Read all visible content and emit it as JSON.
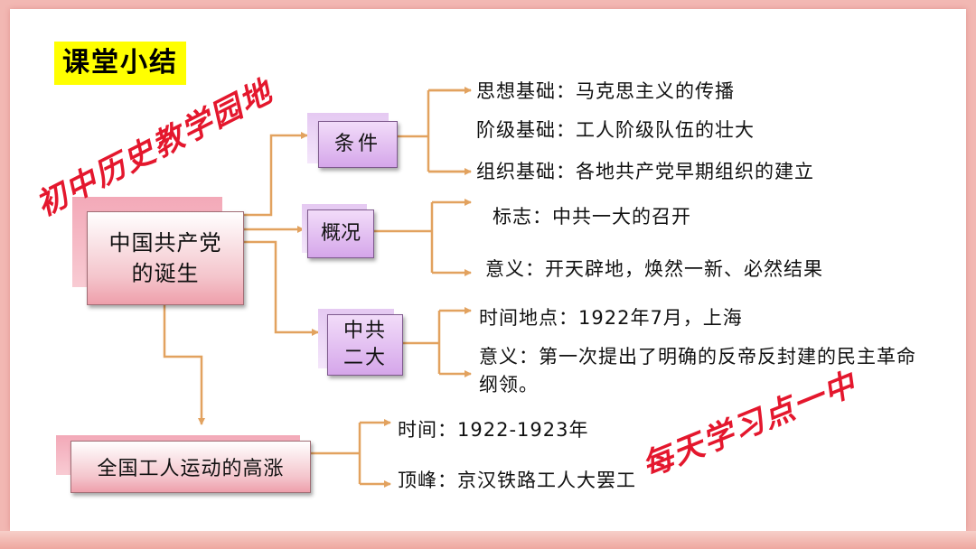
{
  "title": "课堂小结",
  "watermarks": {
    "left": "初中历史教学园地",
    "right": "每天学习点一中"
  },
  "root": {
    "label": "中国共产党的诞生"
  },
  "branches": {
    "conditions": {
      "label": "条件",
      "items": [
        "思想基础：马克思主义的传播",
        "阶级基础：工人阶级队伍的壮大",
        "组织基础：各地共产党早期组织的建立"
      ]
    },
    "overview": {
      "label": "概况",
      "items": [
        "标志：中共一大的召开",
        "意义：开天辟地，焕然一新、必然结果"
      ]
    },
    "second_congress": {
      "label": "中共二大",
      "items": [
        "时间地点：1922年7月，上海",
        "意义：第一次提出了明确的反帝反封建的民主革命纲领。"
      ]
    }
  },
  "labor": {
    "label": "全国工人运动的高涨",
    "items": [
      "时间：1922-1923年",
      "顶峰：京汉铁路工人大罢工"
    ]
  },
  "colors": {
    "connector": "#e2a25f",
    "pink_fill": "#f4c5cc",
    "purple_fill": "#d5a6ea",
    "highlight": "#ffff00",
    "watermark": "#e4172d"
  }
}
